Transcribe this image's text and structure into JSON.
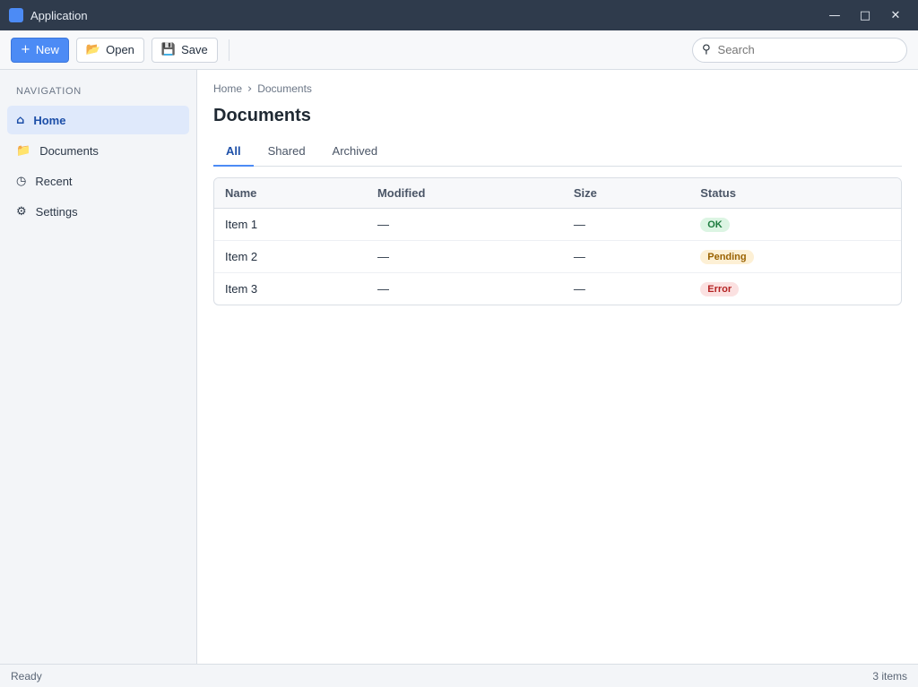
{
  "window": {
    "title": "Application"
  },
  "toolbar": {
    "new_label": "New",
    "open_label": "Open",
    "save_label": "Save",
    "search_placeholder": "Search"
  },
  "sidebar": {
    "heading": "Navigation",
    "items": [
      {
        "label": "Home",
        "icon": "home-icon"
      },
      {
        "label": "Documents",
        "icon": "folder-icon"
      },
      {
        "label": "Recent",
        "icon": "clock-icon"
      },
      {
        "label": "Settings",
        "icon": "gear-icon"
      }
    ]
  },
  "main": {
    "breadcrumb": [
      "Home",
      "Documents"
    ],
    "title": "Documents",
    "tabs": [
      {
        "label": "All"
      },
      {
        "label": "Shared"
      },
      {
        "label": "Archived"
      }
    ],
    "table": {
      "columns": [
        "Name",
        "Modified",
        "Size",
        "Status"
      ],
      "rows": [
        {
          "name": "Item 1",
          "modified": "—",
          "size": "—",
          "status": "OK",
          "status_kind": "ok"
        },
        {
          "name": "Item 2",
          "modified": "—",
          "size": "—",
          "status": "Pending",
          "status_kind": "warn"
        },
        {
          "name": "Item 3",
          "modified": "—",
          "size": "—",
          "status": "Error",
          "status_kind": "err"
        }
      ]
    }
  },
  "statusbar": {
    "left": "Ready",
    "right": "3 items"
  },
  "colors": {
    "accent": "#4c8bf5",
    "titlebar": "#2f3b4c"
  }
}
